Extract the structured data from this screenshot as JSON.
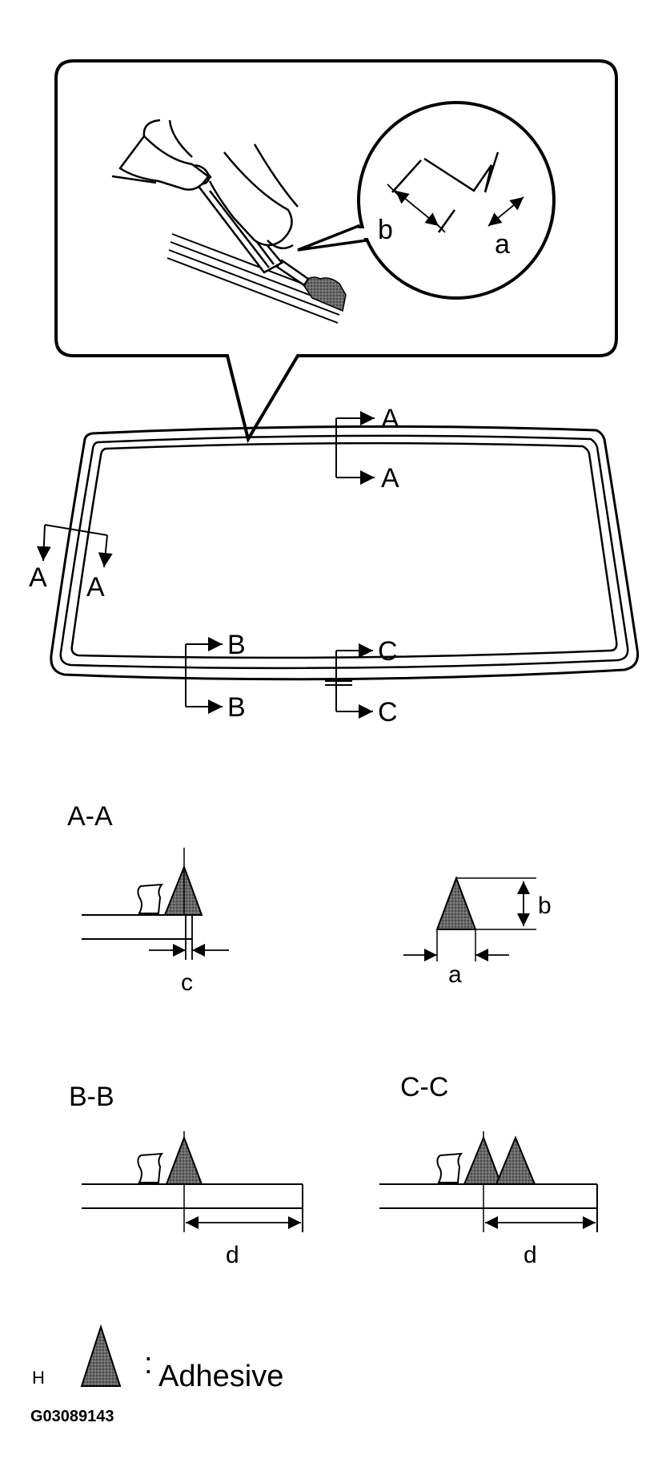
{
  "colors": {
    "line": "#000000",
    "adhesive_fill": "#555555",
    "background": "#ffffff"
  },
  "callout_detail": {
    "dim_b": "b",
    "dim_a": "a"
  },
  "windshield": {
    "section_marks": {
      "top_a1": "A",
      "top_a2": "A",
      "left_a1": "A",
      "left_a2": "A",
      "bottom_b1": "B",
      "bottom_b2": "B",
      "bottom_c1": "C",
      "bottom_c2": "C"
    }
  },
  "sections": {
    "aa_title": "A-A",
    "aa_dim_c": "c",
    "aa_dim_a": "a",
    "aa_dim_b": "b",
    "bb_title": "B-B",
    "bb_dim_d": "d",
    "cc_title": "C-C",
    "cc_dim_d": "d"
  },
  "legend": {
    "marker": "H",
    "colon": ":",
    "label": "Adhesive"
  },
  "figure_code": "G03089143",
  "icons": [
    "adhesive-gun-icon",
    "adhesive-bead-icon",
    "dam-icon"
  ]
}
